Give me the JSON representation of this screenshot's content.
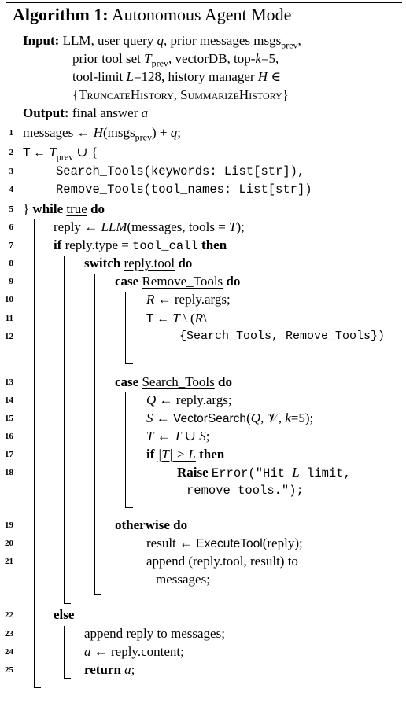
{
  "title": {
    "label": "Algorithm 1:",
    "name": "Autonomous Agent Mode"
  },
  "input": {
    "label": "Input:",
    "l1a": "LLM, user query ",
    "l1b": "q",
    "l1c": ", prior messages msgs",
    "l1d": "prev",
    "l1e": ",",
    "l2a": "prior tool set ",
    "l2b": "T",
    "l2c": "prev",
    "l2d": ", vectorDB, top-",
    "l2e": "k",
    "l2f": "=5,",
    "l3a": "tool-limit ",
    "l3b": "L",
    "l3c": "=128, history manager ",
    "l3d": "H",
    "l3e": " ∈",
    "l4a": "{",
    "l4b": "TruncateHistory",
    "l4c": ", ",
    "l4d": "SummarizeHistory",
    "l4e": "}"
  },
  "output": {
    "label": "Output:",
    "a": "final answer ",
    "b": "a"
  },
  "lines": [
    {
      "n": "1",
      "a": "messages ← ",
      "b": "H",
      "c": "(msgs",
      "d": "prev",
      "e": ") + ",
      "f": "q",
      "g": ";"
    },
    {
      "n": "2",
      "a": "T ← ",
      "b": "T",
      "c": "prev",
      "d": " ∪ {"
    },
    {
      "n": "3",
      "a": "Search_Tools(keywords: List[str]),"
    },
    {
      "n": "4",
      "a": "Remove_Tools(tool_names: List[str])"
    },
    {
      "n": "5",
      "a": "} ",
      "b": "while",
      "c": "true",
      "d": "do"
    },
    {
      "n": "6",
      "a": "reply ← ",
      "b": "LLM",
      "c": "(messages, tools = ",
      "d": "T",
      "e": ");"
    },
    {
      "n": "7",
      "a": "if",
      "b": "reply.type = ",
      "c": "tool_call",
      "d": "then"
    },
    {
      "n": "8",
      "a": "switch",
      "b": "reply.tool",
      "c": "do"
    },
    {
      "n": "9",
      "a": "case",
      "b": "Remove_Tools",
      "c": "do"
    },
    {
      "n": "10",
      "a": "R",
      "b": " ← reply.args;"
    },
    {
      "n": "11",
      "a": "T ← ",
      "b": "T",
      "c": " \\ (",
      "d": "R",
      "e": "\\"
    },
    {
      "n": "12",
      "a": "{Search_Tools, Remove_Tools})"
    },
    {
      "n": "13",
      "a": "case",
      "b": "Search_Tools",
      "c": "do"
    },
    {
      "n": "14",
      "a": "Q",
      "b": " ← reply.args;"
    },
    {
      "n": "15",
      "a": "S",
      "b": " ← ",
      "c": "VectorSearch",
      "d": "(",
      "e": "Q",
      "f": ", ",
      "g": "𝒱",
      "h": ", ",
      "i": "k",
      "j": "=5);"
    },
    {
      "n": "16",
      "a": "T",
      "b": " ← ",
      "c": "T",
      "d": " ∪ ",
      "e": "S",
      "f": ";"
    },
    {
      "n": "17",
      "a": "if",
      "b": "|T| > L",
      "c": "then"
    },
    {
      "n": "18",
      "a": "Raise",
      "b": "Error(\"Hit ",
      "c": "L",
      "d": " limit,",
      "e": "remove tools.\");"
    },
    {
      "n": "19",
      "a": "otherwise do"
    },
    {
      "n": "20",
      "a": "result ← ",
      "b": "ExecuteTool",
      "c": "(reply);"
    },
    {
      "n": "21",
      "a": "append (reply.tool, result) to",
      "b": "messages;"
    },
    {
      "n": "22",
      "a": "else"
    },
    {
      "n": "23",
      "a": "append reply to messages;"
    },
    {
      "n": "24",
      "a": "a",
      "b": " ← reply.content;"
    },
    {
      "n": "25",
      "a": "return",
      "b": "a",
      "c": ";"
    }
  ]
}
